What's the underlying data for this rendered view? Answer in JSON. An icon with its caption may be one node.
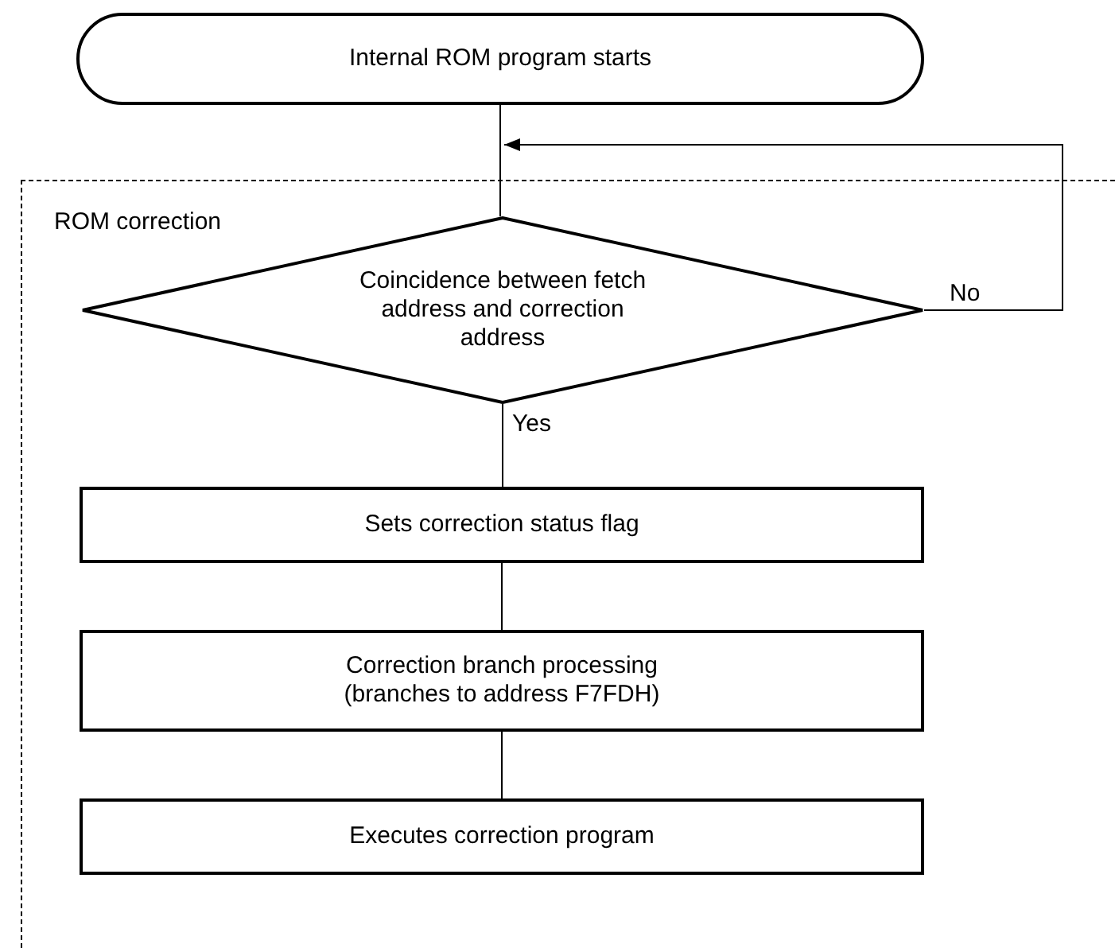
{
  "diagram": {
    "nodes": [
      {
        "text": [
          "Internal ROM program starts"
        ]
      },
      {
        "text": [
          "ROM correction"
        ]
      },
      {
        "text": [
          "Coincidence between fetch address and correction address"
        ],
        "in": 1
      },
      {
        "text": [
          "Sets correction status flag"
        ],
        "in": 1
      },
      {
        "text": [
          "Correction branch processing (branches to address F7FDH)"
        ],
        "in": 1
      },
      {
        "text": [
          "Executes correction program"
        ],
        "in": 1
      }
    ],
    "edges": [
      {
        "from": 0,
        "to": 2,
        "arrow": "none"
      },
      {
        "from": 2,
        "to": null,
        "arrow": "to",
        "label": "No"
      },
      {
        "from": 2,
        "to": 3,
        "arrow": "none",
        "label": "Yes"
      },
      {
        "from": 3,
        "to": 4,
        "arrow": "none"
      },
      {
        "from": 4,
        "to": 5,
        "arrow": "none"
      }
    ]
  }
}
